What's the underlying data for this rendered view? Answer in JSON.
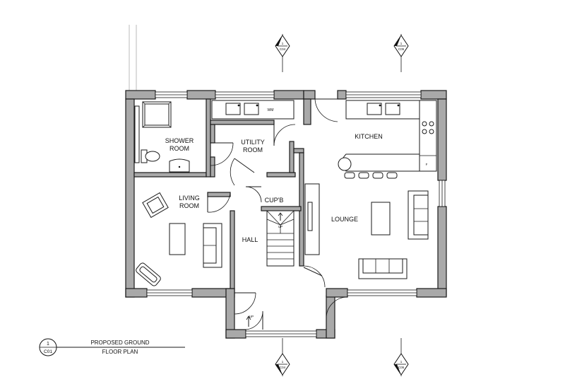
{
  "rooms": {
    "shower": [
      "SHOWER",
      "ROOM"
    ],
    "utility": [
      "UTILITY",
      "ROOM"
    ],
    "kitchen": "KITCHEN",
    "living": [
      "LIVING",
      "ROOM"
    ],
    "cupboard": "CUP'B",
    "lounge": "LOUNGE",
    "hall": "HALL"
  },
  "fixtures": {
    "washing_machine": "WM",
    "fridge": "F",
    "stair_up": "UP",
    "entry_up": "UP"
  },
  "section_markers": {
    "top_left": {
      "number": "1",
      "sheet": "C04"
    },
    "top_right": {
      "number": "1",
      "sheet": "C05"
    },
    "bottom_left": {
      "number": "1",
      "sheet": "C04"
    },
    "bottom_right": {
      "number": "1",
      "sheet": "C05"
    }
  },
  "drawing_title": {
    "number": "1",
    "sheet": "C01",
    "line1": "PROPOSED GROUND",
    "line2": "FLOOR PLAN"
  }
}
